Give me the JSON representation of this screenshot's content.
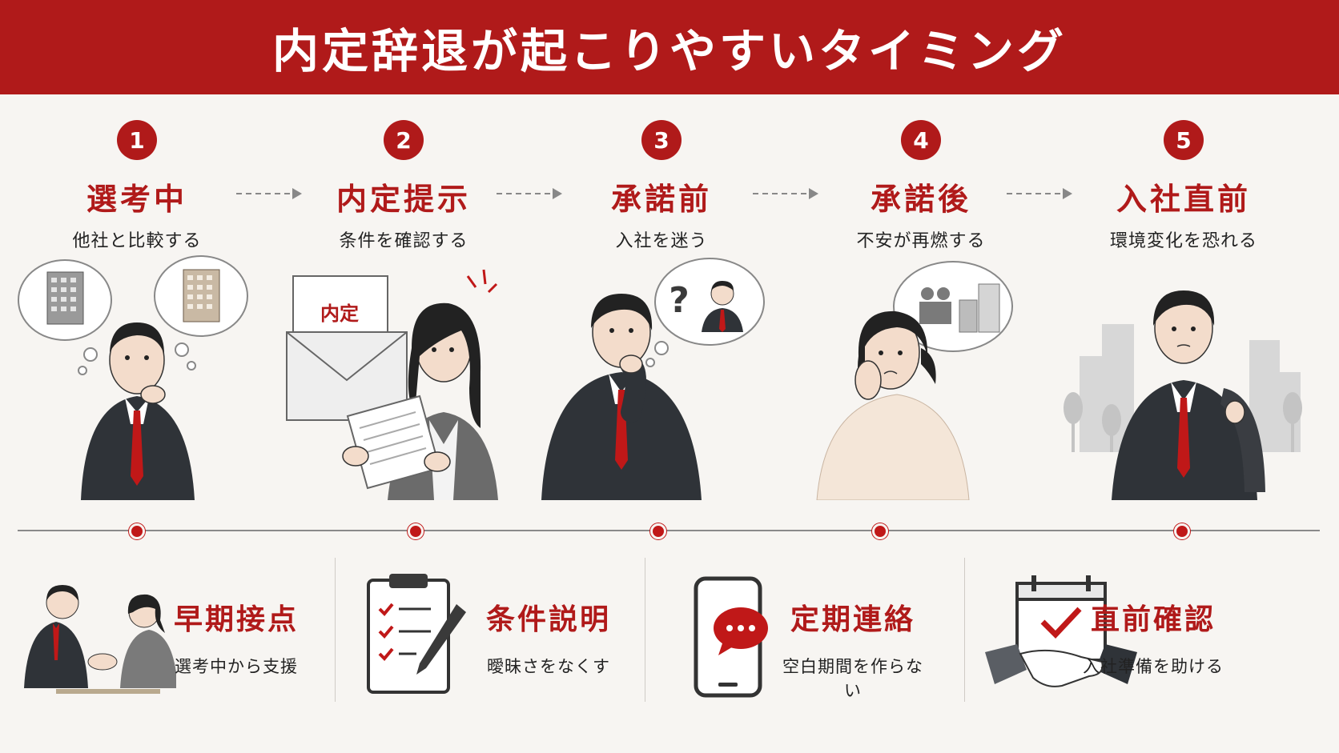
{
  "header": {
    "title": "内定辞退が起こりやすいタイミング"
  },
  "stages": [
    {
      "number": "1",
      "title": "選考中",
      "subtitle": "他社と比較する"
    },
    {
      "number": "2",
      "title": "内定提示",
      "subtitle": "条件を確認する",
      "letter_label": "内定"
    },
    {
      "number": "3",
      "title": "承諾前",
      "subtitle": "入社を迷う"
    },
    {
      "number": "4",
      "title": "承諾後",
      "subtitle": "不安が再燃する"
    },
    {
      "number": "5",
      "title": "入社直前",
      "subtitle": "環境変化を恐れる"
    }
  ],
  "tips": [
    {
      "title": "早期接点",
      "subtitle": "選考中から支援",
      "icon": "handshake-people-icon"
    },
    {
      "title": "条件説明",
      "subtitle": "曖昧さをなくす",
      "icon": "clipboard-checklist-icon"
    },
    {
      "title": "定期連絡",
      "subtitle": "空白期間を作らない",
      "icon": "smartphone-chat-icon"
    },
    {
      "title": "直前確認",
      "subtitle": "入社準備を助ける",
      "icon": "calendar-handshake-icon"
    }
  ],
  "colors": {
    "accent": "#b01a1a",
    "background": "#f7f5f2",
    "suit": "#2f3338"
  }
}
